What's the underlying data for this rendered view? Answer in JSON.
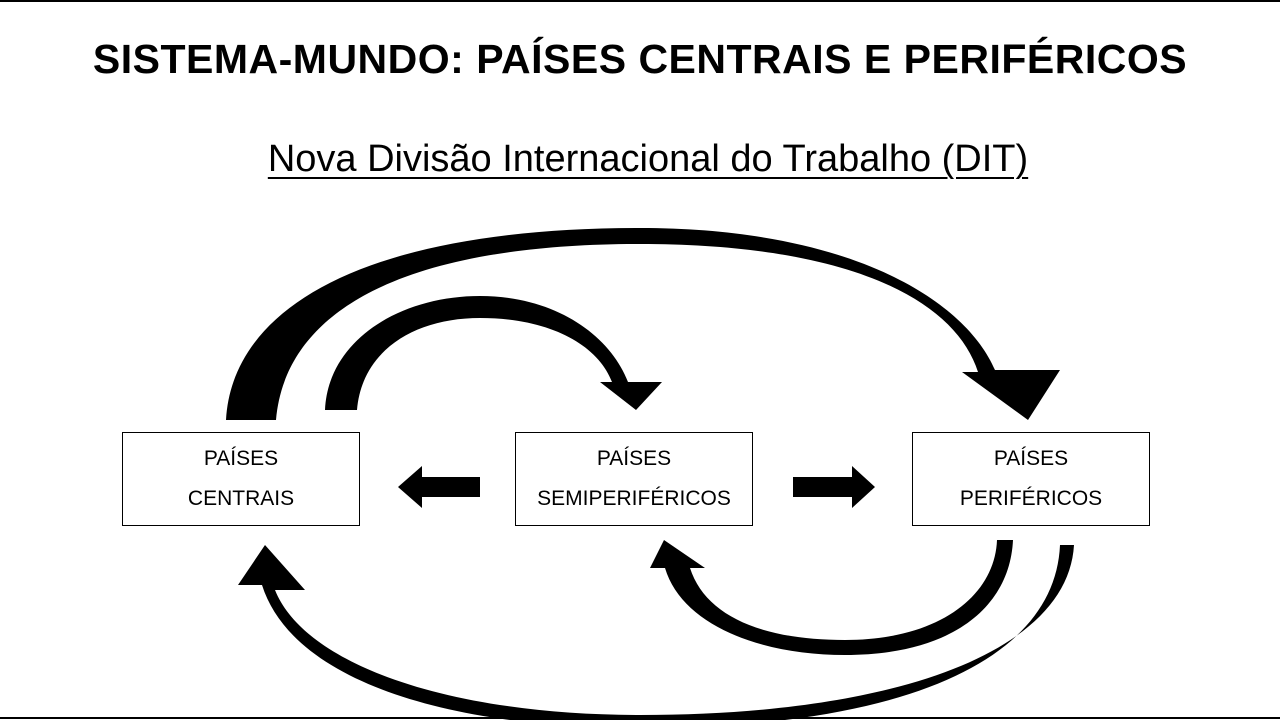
{
  "slide": {
    "title": "SISTEMA-MUNDO: PAÍSES CENTRAIS E PERIFÉRICOS",
    "subtitle": "Nova Divisão Internacional do Trabalho (DIT)"
  },
  "diagram": {
    "nodes": [
      {
        "id": "centrais",
        "line1": "PAÍSES",
        "line2": "CENTRAIS"
      },
      {
        "id": "semiperifericos",
        "line1": "PAÍSES",
        "line2": "SEMIPERIFÉRICOS"
      },
      {
        "id": "perifericos",
        "line1": "PAÍSES",
        "line2": "PERIFÉRICOS"
      }
    ],
    "edges": [
      {
        "from": "centrais",
        "to": "perifericos",
        "style": "large-curved-top"
      },
      {
        "from": "centrais",
        "to": "semiperifericos",
        "style": "small-curved-top"
      },
      {
        "from": "semiperifericos",
        "to": "centrais",
        "style": "straight"
      },
      {
        "from": "semiperifericos",
        "to": "perifericos",
        "style": "straight"
      },
      {
        "from": "perifericos",
        "to": "semiperifericos",
        "style": "small-curved-bottom"
      },
      {
        "from": "perifericos",
        "to": "centrais",
        "style": "large-curved-bottom"
      }
    ],
    "colors": {
      "arrow": "#000000",
      "box_border": "#000000",
      "background": "#ffffff"
    }
  }
}
